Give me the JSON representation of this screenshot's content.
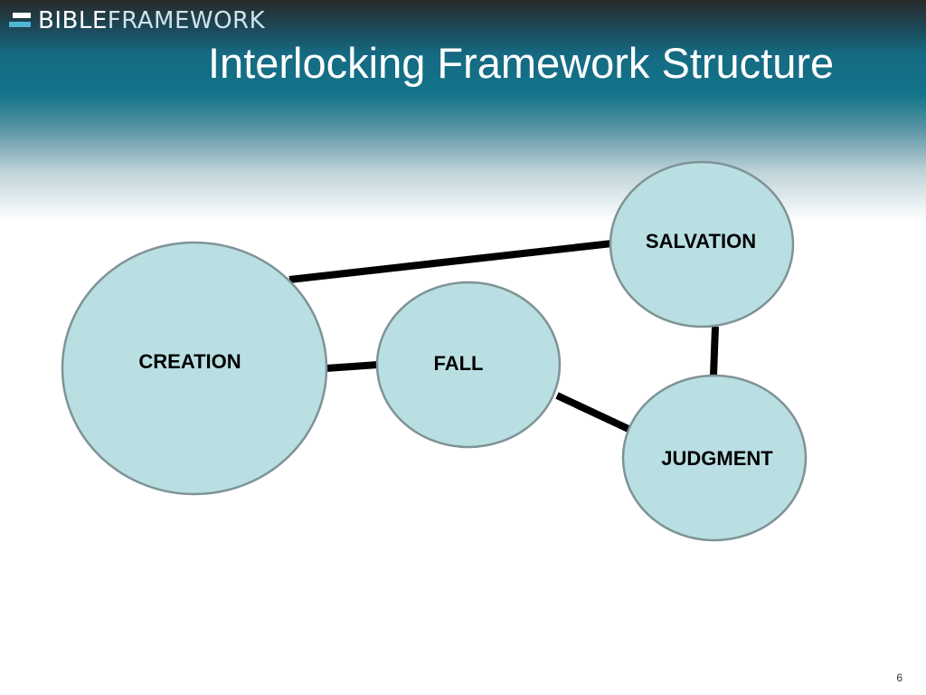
{
  "brand": {
    "logo_bold": "BIBLE",
    "logo_light": "FRAMEWORK"
  },
  "slide": {
    "title": "Interlocking Framework Structure",
    "page_number": "6"
  },
  "diagram": {
    "nodes": [
      {
        "id": "creation",
        "label": "CREATION"
      },
      {
        "id": "fall",
        "label": "FALL"
      },
      {
        "id": "salvation",
        "label": "SALVATION"
      },
      {
        "id": "judgment",
        "label": "JUDGMENT"
      }
    ],
    "edges": [
      {
        "from": "creation",
        "to": "salvation"
      },
      {
        "from": "creation",
        "to": "fall"
      },
      {
        "from": "fall",
        "to": "judgment"
      },
      {
        "from": "salvation",
        "to": "judgment"
      }
    ],
    "colors": {
      "node_fill": "#b9dfe3",
      "node_stroke": "#7f9396",
      "edge": "#000000"
    }
  }
}
